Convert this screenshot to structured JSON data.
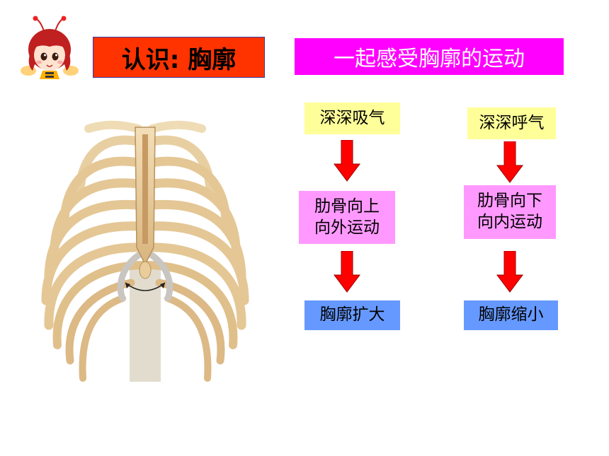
{
  "title": "认识: 胸廓",
  "subtitle": "一起感受胸廓的运动",
  "inhale": {
    "step1": "深深吸气",
    "step2_line1": "肋骨向上",
    "step2_line2": "向外运动",
    "step3": "胸廓扩大"
  },
  "exhale": {
    "step1": "深深呼气",
    "step2_line1": "肋骨向下",
    "step2_line2": "向内运动",
    "step3": "胸廓缩小"
  },
  "colors": {
    "title_bg": "#ff3300",
    "subtitle_bg": "#ff00ff",
    "step1_bg": "#ffff99",
    "step2_bg": "#ff99ff",
    "step3_bg": "#6699ff",
    "arrow": "#ff0000"
  },
  "icons": [
    "cartoon-girl-icon",
    "ribcage-illustration",
    "down-arrow-icon"
  ]
}
